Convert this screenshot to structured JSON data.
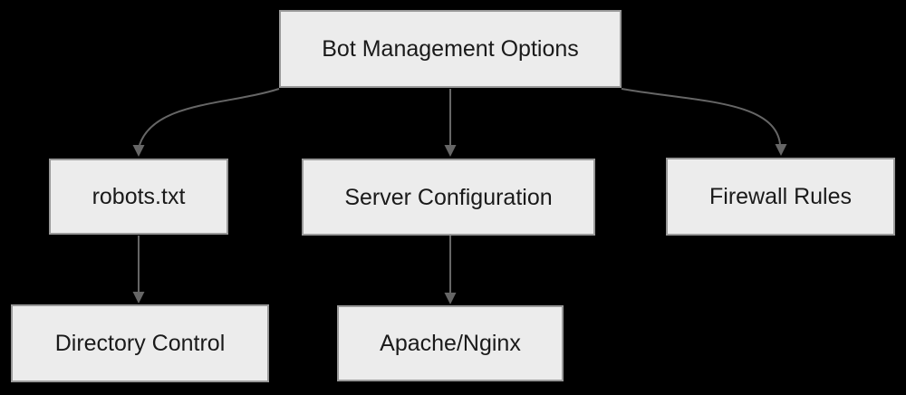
{
  "diagram": {
    "type": "flowchart",
    "direction": "top-down",
    "colors": {
      "background": "#000000",
      "node_fill": "#ececec",
      "node_border": "#999999",
      "edge": "#666666",
      "text": "#1a1a1a"
    },
    "nodes": [
      {
        "id": "root",
        "label": "Bot Management Options"
      },
      {
        "id": "robots",
        "label": "robots.txt"
      },
      {
        "id": "server",
        "label": "Server Configuration"
      },
      {
        "id": "firewall",
        "label": "Firewall Rules"
      },
      {
        "id": "directory",
        "label": "Directory Control"
      },
      {
        "id": "apache",
        "label": "Apache/Nginx"
      }
    ],
    "edges": [
      {
        "from": "Bot Management Options",
        "to": "robots.txt"
      },
      {
        "from": "Bot Management Options",
        "to": "Server Configuration"
      },
      {
        "from": "Bot Management Options",
        "to": "Firewall Rules"
      },
      {
        "from": "robots.txt",
        "to": "Directory Control"
      },
      {
        "from": "Server Configuration",
        "to": "Apache/Nginx"
      }
    ]
  }
}
